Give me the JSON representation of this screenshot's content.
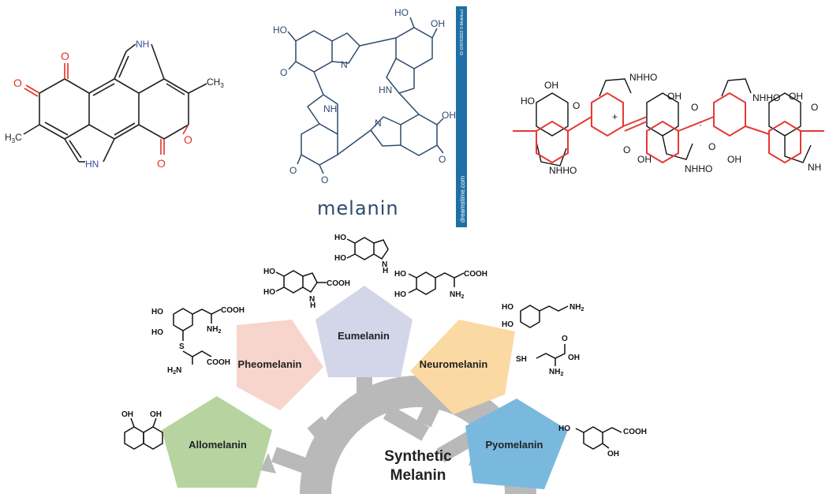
{
  "structure_a": {
    "labels": {
      "nh_top": "NH",
      "nh_bottom": "HN",
      "ch3_right": "CH",
      "ch3_right_sub": "3",
      "ch3_left": "H",
      "ch3_left_sub": "3",
      "ch3_left_c": "C"
    },
    "colors": {
      "bond": "#222222",
      "oxygen": "#e5302a",
      "nitrogen": "#3b4da0"
    }
  },
  "structure_b": {
    "caption": "melanin",
    "labels": {
      "ho": "HO",
      "oh": "OH",
      "o": "O",
      "n": "N",
      "nh": "NH",
      "hn": "HN"
    },
    "watermark_top": "ID 109762822 © Molekuul",
    "watermark_bottom": "dreamstime.com",
    "colors": {
      "bond": "#2f4b6e",
      "watermark_bar": "#1f6fa6"
    }
  },
  "structure_c": {
    "labels": {
      "ho": "HO",
      "oh": "OH",
      "o": "O",
      "nhho": "NHHO",
      "nh": "NH",
      "plus": "+",
      "dot": "·"
    },
    "colors": {
      "bond": "#111111",
      "highlight": "#e53935"
    }
  },
  "diagram": {
    "center": {
      "line1": "Synthetic",
      "line2": "Melanin"
    },
    "types": [
      {
        "label": "Allomelanin",
        "color": "#b7d4a0"
      },
      {
        "label": "Pheomelanin",
        "color": "#f7d4cc"
      },
      {
        "label": "Eumelanin",
        "color": "#d3d5e9"
      },
      {
        "label": "Neuromelanin",
        "color": "#fbd9a2"
      },
      {
        "label": "Pyomelanin",
        "color": "#7ab9de"
      }
    ],
    "arrow_color": "#b9b9b9",
    "precursor_labels": {
      "ho": "HO",
      "oh": "OH",
      "cooh": "COOH",
      "nh2": "NH",
      "nh2_sub": "2",
      "h": "H",
      "n": "N",
      "s": "S",
      "sh": "SH",
      "h2n": "H",
      "h2n_sub": "2",
      "h2n_n": "N",
      "o": "O"
    }
  }
}
